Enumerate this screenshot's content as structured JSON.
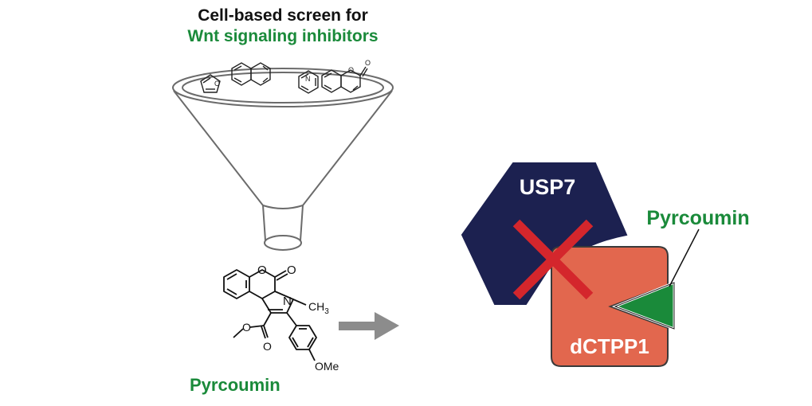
{
  "header": {
    "line1": "Cell-based screen for",
    "line2": "Wnt signaling inhibitors"
  },
  "compound": {
    "name": "Pyrcoumin",
    "n_methyl": "N",
    "ch3": "CH",
    "ch3_sub": "3",
    "ome": "OMe"
  },
  "complex": {
    "usp7_label": "USP7",
    "dctpp1_label": "dCTPP1",
    "ligand_label": "Pyrcoumin"
  },
  "colors": {
    "green": "#1a8a3a",
    "navy": "#1c2150",
    "salmon": "#e2674e",
    "red_cross": "#d4262c",
    "arrow_gray": "#8c8c8c",
    "funnel_gray": "#6b6b6b"
  }
}
